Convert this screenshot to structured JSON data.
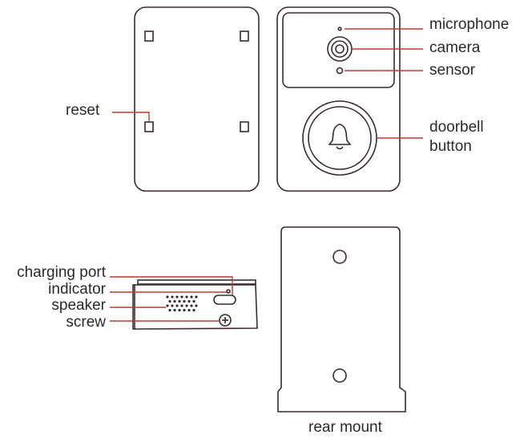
{
  "labels": {
    "microphone": "microphone",
    "camera": "camera",
    "sensor": "sensor",
    "doorbell_line1": "doorbell",
    "doorbell_line2": "button",
    "reset": "reset",
    "charging_port": "charging port",
    "indicator": "indicator",
    "speaker": "speaker",
    "screw": "screw",
    "rear_mount": "rear mount"
  },
  "colors": {
    "outline": "#3a2a2a",
    "leader": "#c0392b",
    "text": "#2a2a2a"
  }
}
